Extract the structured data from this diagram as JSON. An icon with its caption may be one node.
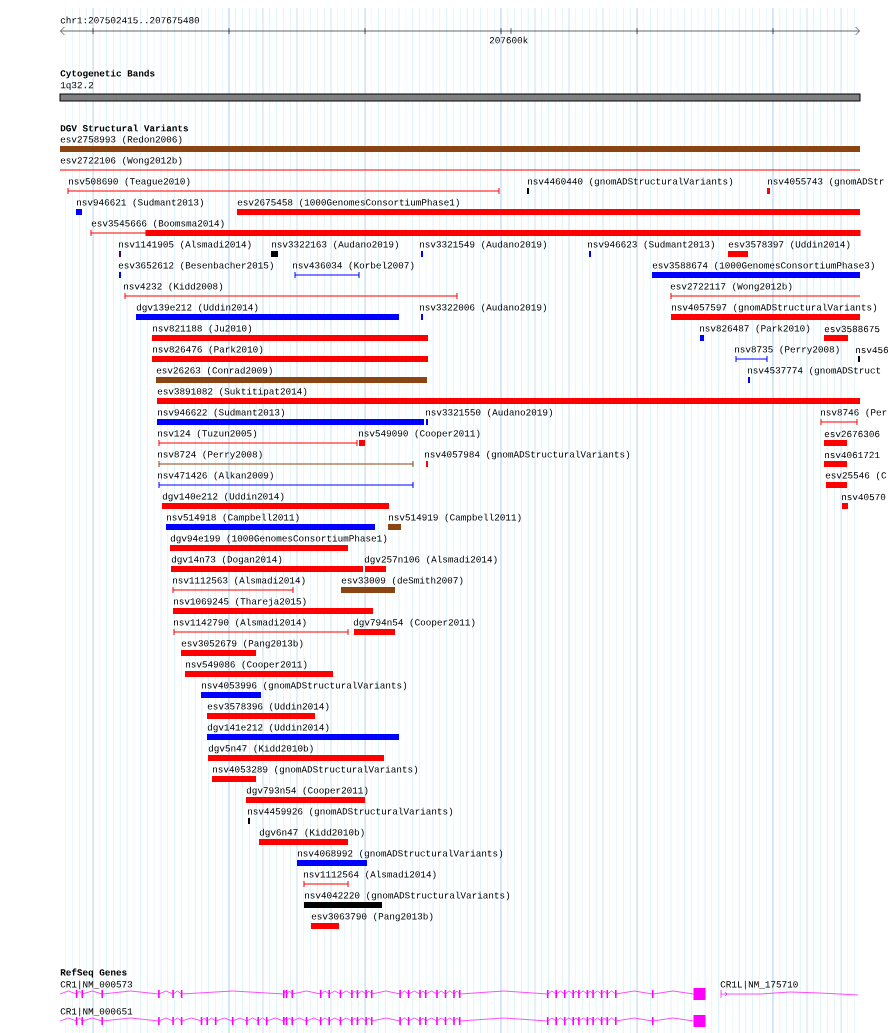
{
  "diagram": {
    "labels": [
      "chr1:207502415..207675480",
      "207600k",
      "Cytogenetic Bands",
      "1q32.2",
      "DGV Structural Variants",
      "esv2758993 (Redon2006)",
      "esv2722106 (Wong2012b)",
      "nsv508690 (Teague2010)",
      "nsv4460440 (gnomADStructuralVariants)",
      "nsv4055743 (gnomADStr",
      "nsv946621 (Sudmant2013)",
      "esv2675458 (1000GenomesConsortiumPhase1)",
      "esv3545666 (Boomsma2014)",
      "nsv1141905 (Alsmadi2014)",
      "nsv3322163 (Audano2019)",
      "nsv3321549 (Audano2019)",
      "nsv946623 (Sudmant2013)",
      "esv3578397 (Uddin2014)",
      "esv3652612 (Besenbacher2015)",
      "nsv436034 (Korbel2007)",
      "esv3588674 (1000GenomesConsortiumPhase3)",
      "nsv4232 (Kidd2008)",
      "esv2722117 (Wong2012b)",
      "dgv139e212 (Uddin2014)",
      "nsv3322006 (Audano2019)",
      "nsv4057597 (gnomADStructuralVariants)",
      "nsv821188 (Ju2010)",
      "nsv826487 (Park2010)",
      "esv3588675",
      "nsv826476 (Park2010)",
      "nsv8735 (Perry2008)",
      "nsv456",
      "esv26263 (Conrad2009)",
      "nsv4537774 (gnomADStruct",
      "esv3891082 (Suktitipat2014)",
      "nsv946622 (Sudmant2013)",
      "nsv3321550 (Audano2019)",
      "nsv8746 (Per",
      "nsv124 (Tuzun2005)",
      "nsv549090 (Cooper2011)",
      "esv2676306",
      "nsv8724 (Perry2008)",
      "nsv4057984 (gnomADStructuralVariants)",
      "nsv4061721",
      "nsv471426 (Alkan2009)",
      "esv25546 (C",
      "dgv140e212 (Uddin2014)",
      "nsv40570",
      "nsv514918 (Campbell2011)",
      "nsv514919 (Campbell2011)",
      "dgv94e199 (1000GenomesConsortiumPhase1)",
      "dgv14n73 (Dogan2014)",
      "dgv257n106 (Alsmadi2014)",
      "nsv1112563 (Alsmadi2014)",
      "esv33009 (deSmith2007)",
      "nsv1069245 (Thareja2015)",
      "nsv1142790 (Alsmadi2014)",
      "dgv794n54 (Cooper2011)",
      "esv3052679 (Pang2013b)",
      "nsv549086 (Cooper2011)",
      "nsv4053996 (gnomADStructuralVariants)",
      "esv3578396 (Uddin2014)",
      "dgv141e212 (Uddin2014)",
      "dgv5n47 (Kidd2010b)",
      "nsv4053289 (gnomADStructuralVariants)",
      "dgv793n54 (Cooper2011)",
      "nsv4459926 (gnomADStructuralVariants)",
      "dgv6n47 (Kidd2010b)",
      "nsv4068992 (gnomADStructuralVariants)",
      "nsv1112564 (Alsmadi2014)",
      "nsv4042220 (gnomADStructuralVariants)",
      "esv3063790 (Pang2013b)",
      "RefSeq Genes",
      "CR1|NM_000573",
      "CR1L|NM_175710",
      "CR1|NM_000651"
    ]
  }
}
